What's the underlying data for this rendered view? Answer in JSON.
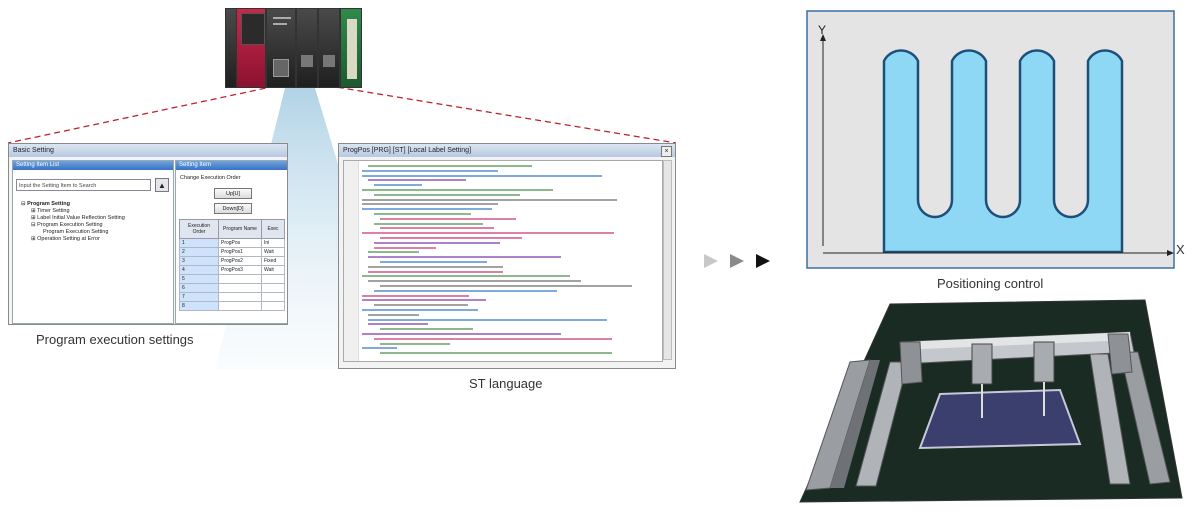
{
  "captions": {
    "program_execution": "Program execution settings",
    "st_language": "ST language",
    "positioning_control": "Positioning control"
  },
  "window_basic": {
    "title": "Basic Setting",
    "left_header": "Setting Item List",
    "right_header": "Setting Item",
    "search_placeholder": "Input the Setting Item to Search",
    "tree": [
      "Program Setting",
      "Timer Setting",
      "Label Initial Value Reflection Setting",
      "Program Execution Setting",
      "Program Execution Setting",
      "Operation Setting at Error"
    ],
    "change_order_label": "Change Execution Order",
    "up_button": "Up[U]",
    "down_button": "Down[D]",
    "table_headers": [
      "Execution Order",
      "Program Name",
      "Exec"
    ],
    "rows": [
      [
        "1",
        "ProgPos",
        "Ini"
      ],
      [
        "2",
        "ProgPos1",
        "Wait"
      ],
      [
        "3",
        "ProgPos2",
        "Fixed"
      ],
      [
        "4",
        "ProgPos3",
        "Wait"
      ],
      [
        "5",
        "",
        ""
      ],
      [
        "6",
        "",
        ""
      ],
      [
        "7",
        "",
        ""
      ],
      [
        "8",
        "",
        ""
      ]
    ]
  },
  "window_st": {
    "title": "ProgPos [PRG] [ST] [Local Label Setting]"
  },
  "chart_data": {
    "type": "line",
    "title": "Positioning control",
    "xlabel": "X",
    "ylabel": "Y",
    "series": [
      {
        "values": [],
        "fill_color": "#8fd8f5",
        "stroke_color": "#1c4f7a"
      }
    ],
    "description_points": {
      "x": [
        0,
        0,
        1,
        1,
        2,
        2,
        3,
        3,
        4,
        4,
        5,
        5,
        6,
        6,
        7,
        7
      ],
      "y": [
        0,
        1,
        1,
        0.15,
        0.15,
        1,
        1,
        0.15,
        0.15,
        1,
        1,
        0.15,
        0.15,
        1,
        1,
        0
      ]
    }
  },
  "colors": {
    "dashed_line": "#c0202a",
    "beam": "#bcd9ea",
    "arrow_light": "#c8c8c8",
    "arrow_mid": "#8a8a8a",
    "arrow_dark": "#111111",
    "chart_bg": "#e4e4e4",
    "chart_border": "#3c6ea0"
  }
}
